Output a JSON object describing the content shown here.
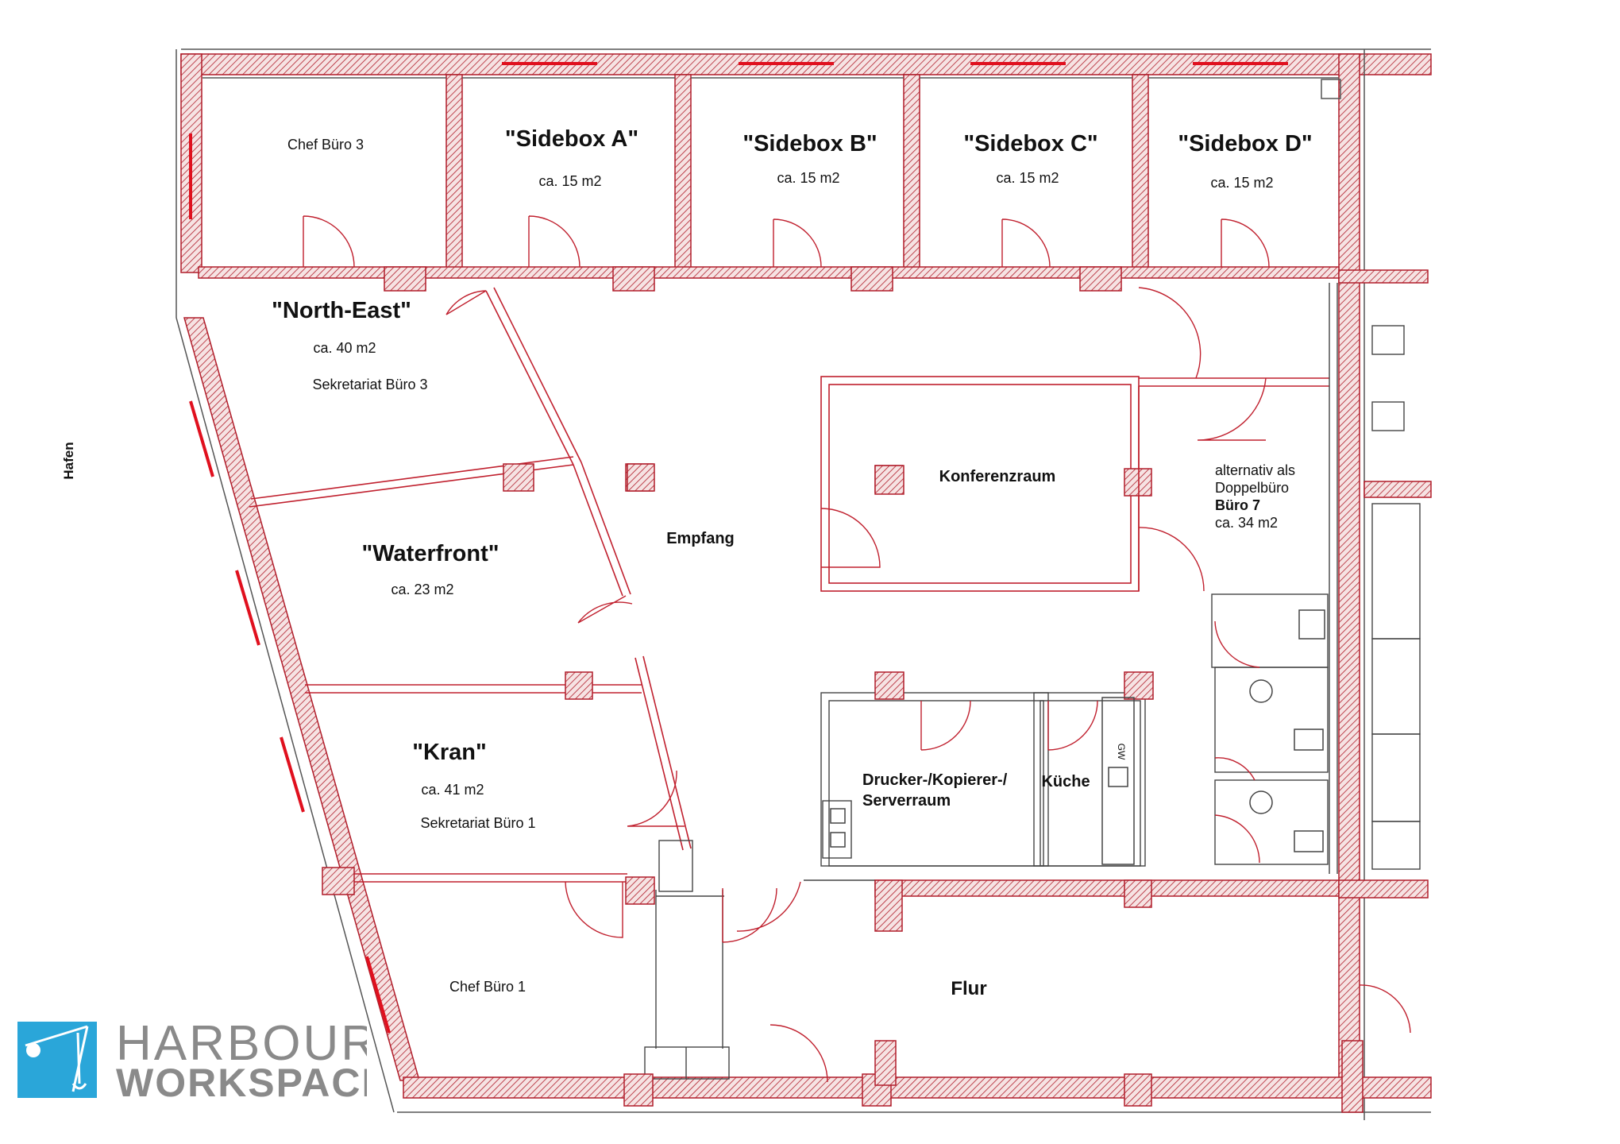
{
  "rooms": {
    "chef_buero_3": "Chef Büro 3",
    "sidebox_a": "\"Sidebox A\"",
    "sidebox_a_area": "ca. 15 m2",
    "sidebox_b": "\"Sidebox B\"",
    "sidebox_b_area": "ca. 15 m2",
    "sidebox_c": "\"Sidebox C\"",
    "sidebox_c_area": "ca. 15 m2",
    "sidebox_d": "\"Sidebox D\"",
    "sidebox_d_area": "ca. 15 m2",
    "north_east": "\"North-East\"",
    "north_east_area": "ca. 40 m2",
    "north_east_sub": "Sekretariat Büro 3",
    "waterfront": "\"Waterfront\"",
    "waterfront_area": "ca. 23 m2",
    "kran": "\"Kran\"",
    "kran_area": "ca. 41 m2",
    "kran_sub": "Sekretariat Büro 1",
    "chef_buero_1": "Chef Büro 1",
    "empfang": "Empfang",
    "konferenzraum": "Konferenzraum",
    "alt_line1": "alternativ als",
    "alt_line2": "Doppelbüro",
    "alt_line3": "Büro 7",
    "alt_line4": "ca. 34 m2",
    "drucker_line1": "Drucker-/Kopierer-/",
    "drucker_line2": "Serverraum",
    "kueche": "Küche",
    "flur": "Flur",
    "gw": "GW",
    "hafen": "Hafen"
  },
  "logo": {
    "line1": "HARBOUR",
    "line2": "WORKSPACE",
    "color": "#2aa6d9"
  },
  "colors": {
    "wall": "#b01d2a",
    "window": "#e0101e",
    "partition": "#c0202e"
  }
}
